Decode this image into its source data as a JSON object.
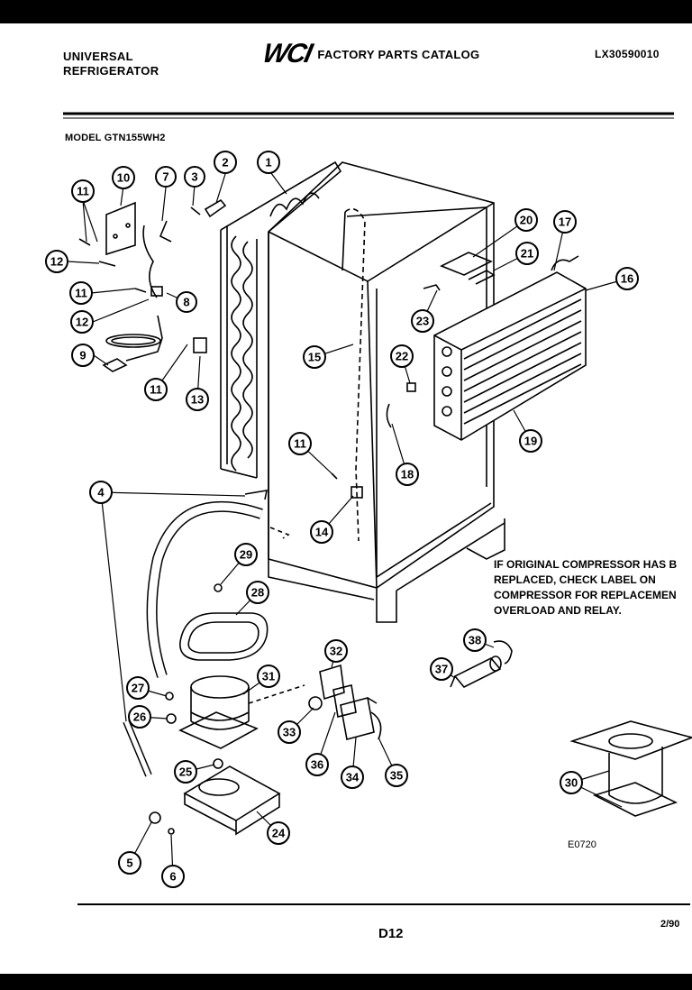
{
  "header": {
    "brand_line1": "UNIVERSAL",
    "brand_line2": "REFRIGERATOR",
    "logo_text": "WCI",
    "catalog_title": "FACTORY PARTS CATALOG",
    "catalog_number": "LX30590010"
  },
  "model": "MODEL GTN155WH2",
  "note": "IF ORIGINAL COMPRESSOR HAS B\nREPLACED, CHECK LABEL ON\nCOMPRESSOR FOR REPLACEMEN\nOVERLOAD AND RELAY.",
  "diagram_ref": "E0720",
  "footer": {
    "page": "D12",
    "date": "2/90"
  },
  "callouts": [
    {
      "label": "1"
    },
    {
      "label": "2"
    },
    {
      "label": "3"
    },
    {
      "label": "7"
    },
    {
      "label": "10"
    },
    {
      "label": "11"
    },
    {
      "label": "12"
    },
    {
      "label": "11"
    },
    {
      "label": "8"
    },
    {
      "label": "12"
    },
    {
      "label": "9"
    },
    {
      "label": "11"
    },
    {
      "label": "13"
    },
    {
      "label": "20"
    },
    {
      "label": "17"
    },
    {
      "label": "21"
    },
    {
      "label": "16"
    },
    {
      "label": "23"
    },
    {
      "label": "15"
    },
    {
      "label": "22"
    },
    {
      "label": "19"
    },
    {
      "label": "11"
    },
    {
      "label": "18"
    },
    {
      "label": "4"
    },
    {
      "label": "14"
    },
    {
      "label": "29"
    },
    {
      "label": "28"
    },
    {
      "label": "32"
    },
    {
      "label": "38"
    },
    {
      "label": "37"
    },
    {
      "label": "31"
    },
    {
      "label": "27"
    },
    {
      "label": "26"
    },
    {
      "label": "33"
    },
    {
      "label": "36"
    },
    {
      "label": "34"
    },
    {
      "label": "35"
    },
    {
      "label": "25"
    },
    {
      "label": "30"
    },
    {
      "label": "24"
    },
    {
      "label": "5"
    },
    {
      "label": "6"
    }
  ]
}
